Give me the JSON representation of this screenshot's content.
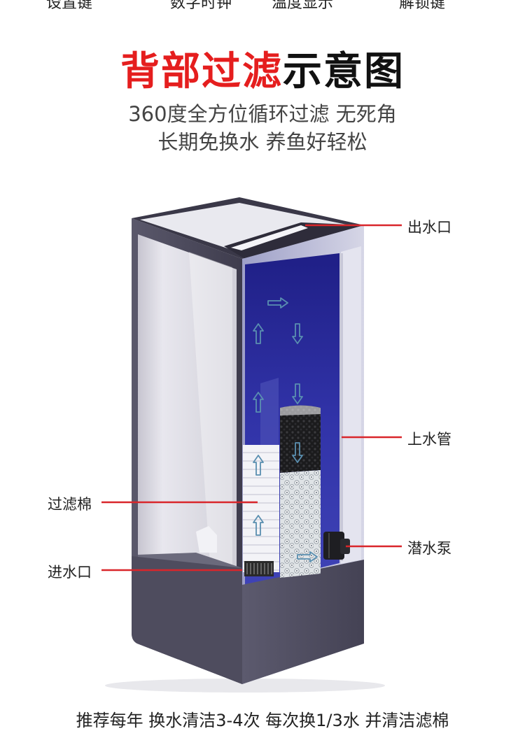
{
  "top_strip": {
    "items": [
      "设置键",
      "数字时钟",
      "温度显示",
      "解锁键"
    ]
  },
  "title": {
    "red_part": "背部过滤",
    "black_part": "示意图"
  },
  "subtitle": {
    "line1": "360度全方位循环过滤 无死角",
    "line2": "长期免换水 养鱼好轻松"
  },
  "labels": {
    "outlet": "出水口",
    "riser_pipe": "上水管",
    "filter_cotton": "过滤棉",
    "pump": "潜水泵",
    "inlet": "进水口"
  },
  "footer": {
    "text": "推荐每年 换水清洁3-4次 每次换1/3水 并清洁滤棉"
  },
  "colors": {
    "title_red": "#e51e1e",
    "leader_red": "#d9262b",
    "tank_dark": "#4c4a5c",
    "water_blue": "#2e2f9e",
    "arrow": "#5a8fb0"
  }
}
